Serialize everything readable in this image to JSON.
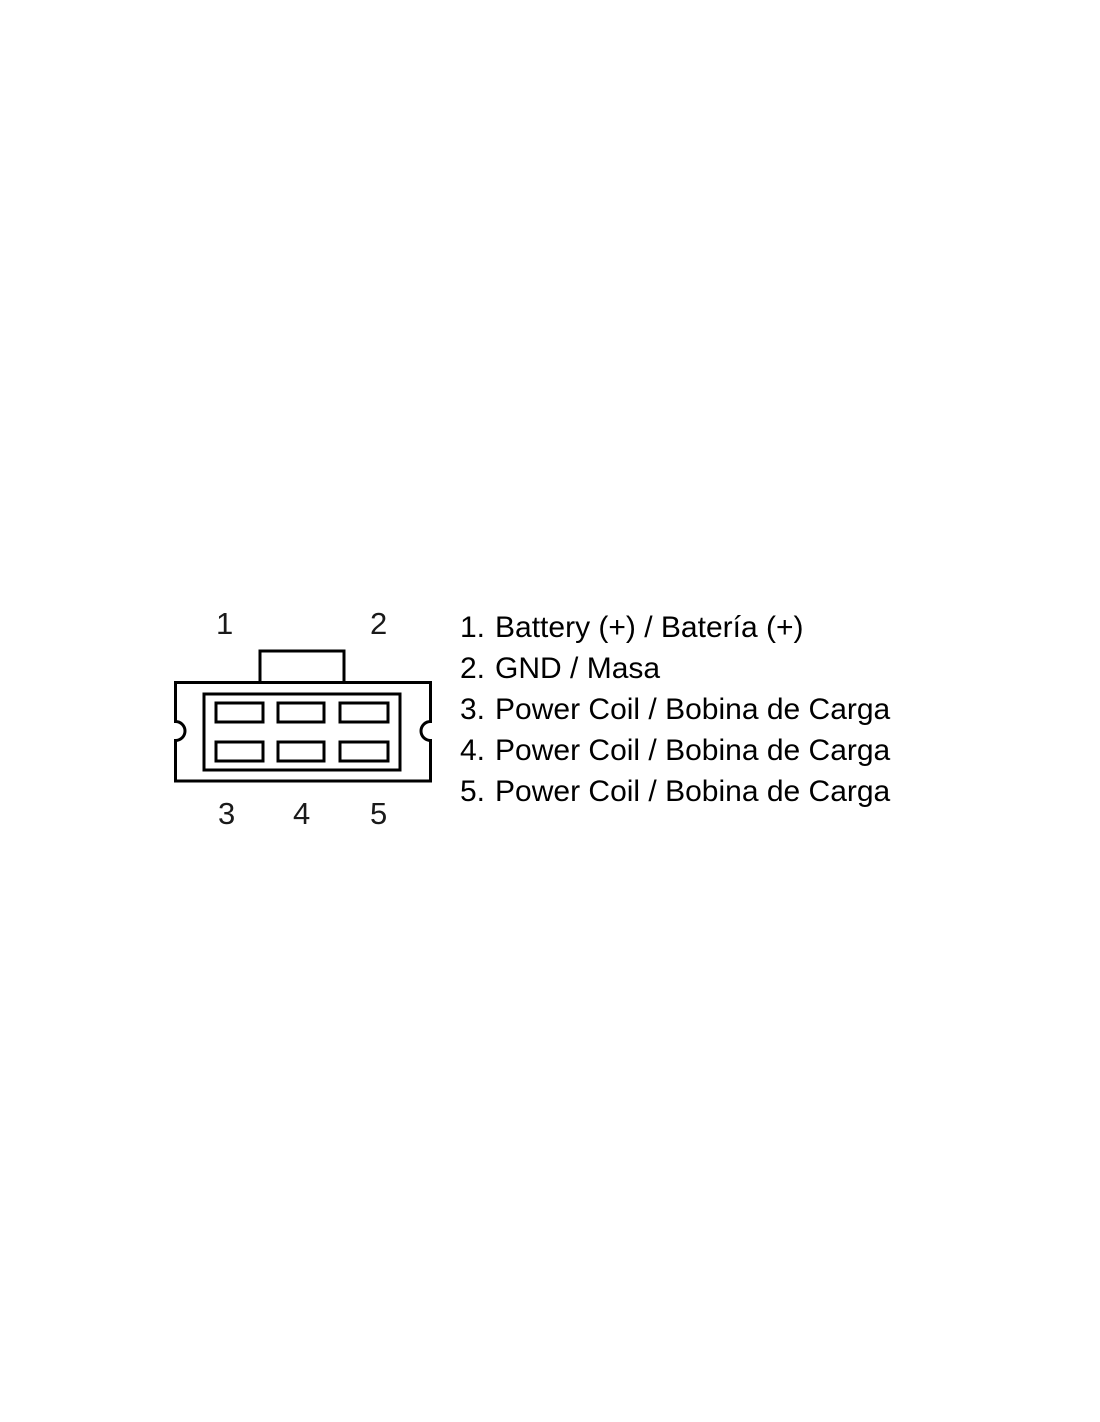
{
  "connector": {
    "top_pin_numbers": [
      "1",
      "2"
    ],
    "bottom_pin_numbers": [
      "3",
      "4",
      "5"
    ]
  },
  "legend": {
    "items": [
      {
        "prefix": "1.",
        "label": "Battery (+) / Batería (+)"
      },
      {
        "prefix": "2.",
        "label": "GND / Masa"
      },
      {
        "prefix": "3.",
        "label": "Power Coil / Bobina de Carga"
      },
      {
        "prefix": "4.",
        "label": "Power Coil / Bobina de Carga"
      },
      {
        "prefix": "5.",
        "label": "Power Coil / Bobina de Carga"
      }
    ]
  },
  "colors": {
    "line": "#000000",
    "text": "#000000",
    "background": "#ffffff"
  }
}
